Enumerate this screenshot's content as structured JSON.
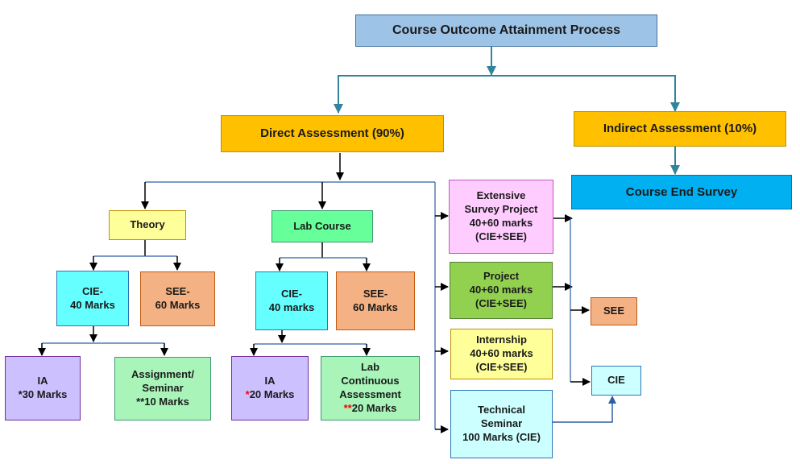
{
  "diagram": {
    "title": "Course Outcome Attainment Process",
    "direct": "Direct Assessment (90%)",
    "indirect": "Indirect Assessment (10%)",
    "survey": "Course End Survey",
    "theory": {
      "label": "Theory",
      "cie": [
        "CIE-",
        "40 Marks"
      ],
      "see": [
        "SEE-",
        "60 Marks"
      ],
      "ia": [
        "IA",
        "*30 Marks"
      ],
      "assignment": [
        "Assignment/",
        "Seminar",
        "**10 Marks"
      ]
    },
    "lab": {
      "label": "Lab Course",
      "cie": [
        "CIE-",
        "40 marks"
      ],
      "see": [
        "SEE-",
        "60 Marks"
      ],
      "ia_label": "IA",
      "ia_star": "*",
      "ia_marks": "20 Marks",
      "lca": [
        "Lab",
        "Continuous",
        "Assessment"
      ],
      "lca_star": "**",
      "lca_marks": "20 Marks"
    },
    "extensive": [
      "Extensive",
      "Survey Project",
      "40+60 marks",
      "(CIE+SEE)"
    ],
    "project": [
      "Project",
      "40+60 marks",
      "(CIE+SEE)"
    ],
    "internship": [
      "Internship",
      "40+60 marks",
      "(CIE+SEE)"
    ],
    "technical": [
      "Technical",
      "Seminar",
      "100 Marks (CIE)"
    ],
    "see": "SEE",
    "cie": "CIE"
  }
}
